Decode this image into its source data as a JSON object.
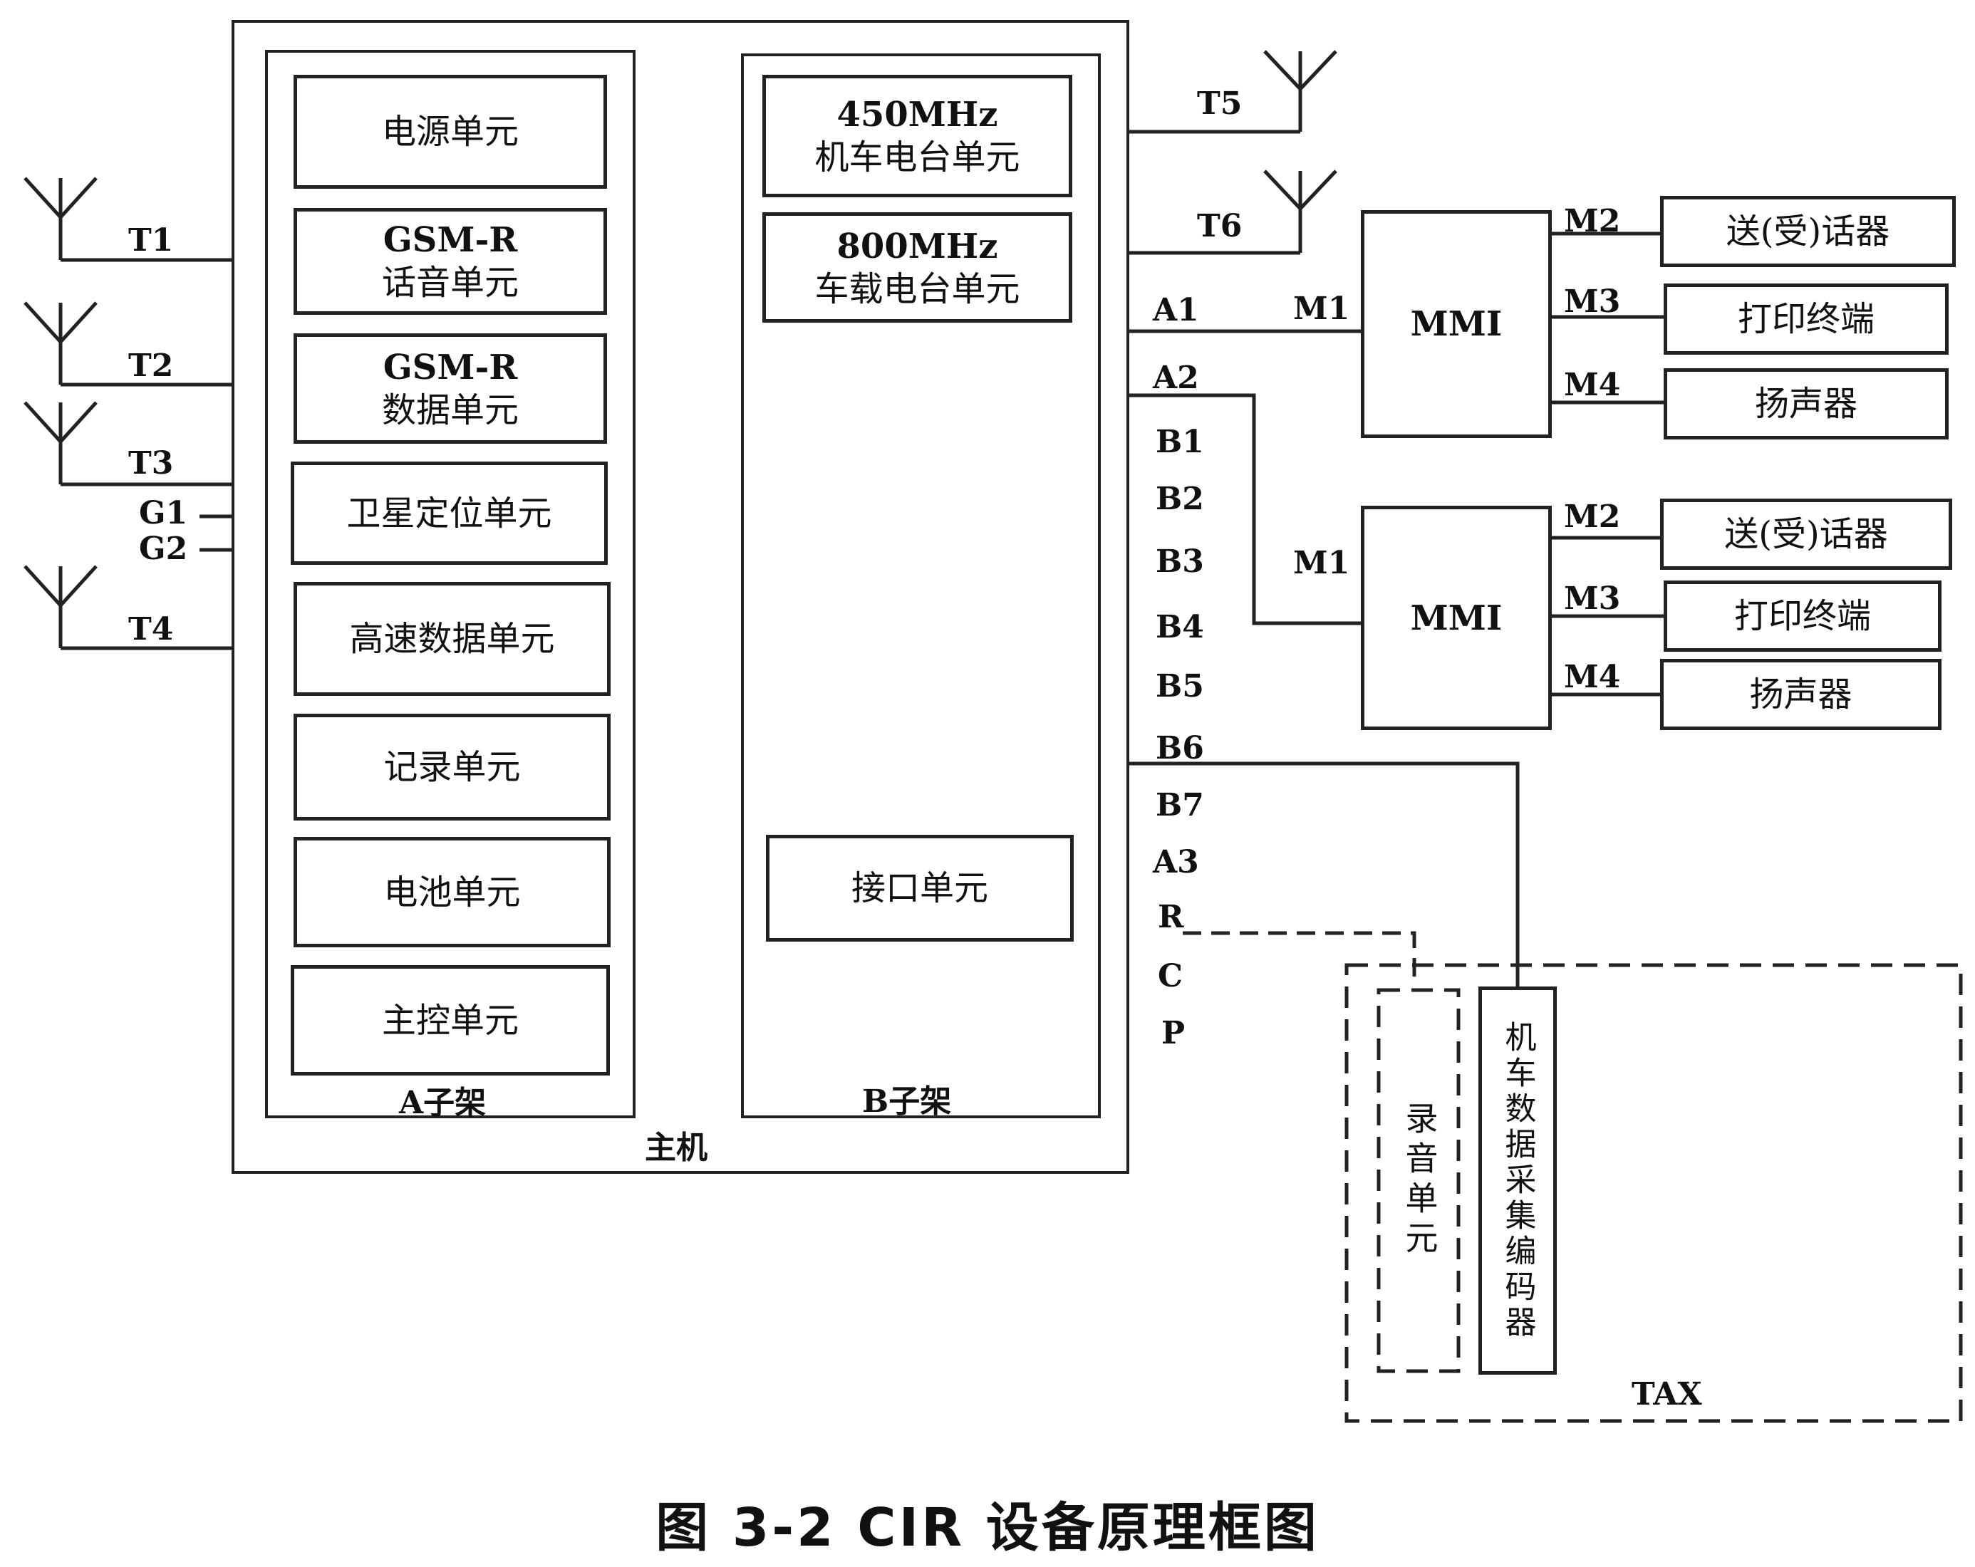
{
  "host_label": "主机",
  "rack_a": {
    "label": "A子架",
    "units": [
      {
        "line1": "电源单元",
        "line2": ""
      },
      {
        "line1": "GSM-R",
        "line2": "话音单元"
      },
      {
        "line1": "GSM-R",
        "line2": "数据单元"
      },
      {
        "line1": "卫星定位单元",
        "line2": ""
      },
      {
        "line1": "高速数据单元",
        "line2": ""
      },
      {
        "line1": "记录单元",
        "line2": ""
      },
      {
        "line1": "电池单元",
        "line2": ""
      },
      {
        "line1": "主控单元",
        "line2": ""
      }
    ]
  },
  "rack_b": {
    "label": "B子架",
    "units": [
      {
        "line1": "450MHz",
        "line2": "机车电台单元"
      },
      {
        "line1": "800MHz",
        "line2": "车载电台单元"
      },
      {
        "line1": "接口单元",
        "line2": ""
      }
    ]
  },
  "left_ports": {
    "T1": "T1",
    "T2": "T2",
    "T3": "T3",
    "G1": "G1",
    "G2": "G2",
    "T4": "T4"
  },
  "right_ports": {
    "T5": "T5",
    "T6": "T6",
    "A1": "A1",
    "A2": "A2",
    "B1": "B1",
    "B2": "B2",
    "B3": "B3",
    "B4": "B4",
    "B5": "B5",
    "B6": "B6",
    "B7": "B7",
    "A3": "A3",
    "R": "R",
    "C": "C",
    "P": "P"
  },
  "mmi_1": {
    "label": "MMI",
    "port_in": "M1",
    "outputs": [
      {
        "port": "M2",
        "device": "送(受)话器"
      },
      {
        "port": "M3",
        "device": "打印终端"
      },
      {
        "port": "M4",
        "device": "扬声器"
      }
    ]
  },
  "mmi_2": {
    "label": "MMI",
    "port_in": "M1",
    "outputs": [
      {
        "port": "M2",
        "device": "送(受)话器"
      },
      {
        "port": "M3",
        "device": "打印终端"
      },
      {
        "port": "M4",
        "device": "扬声器"
      }
    ]
  },
  "tax": {
    "label": "TAX",
    "record_unit": "录音单元",
    "encoder": "机车数据采集编码器"
  },
  "caption": "图 3-2 CIR 设备原理框图"
}
